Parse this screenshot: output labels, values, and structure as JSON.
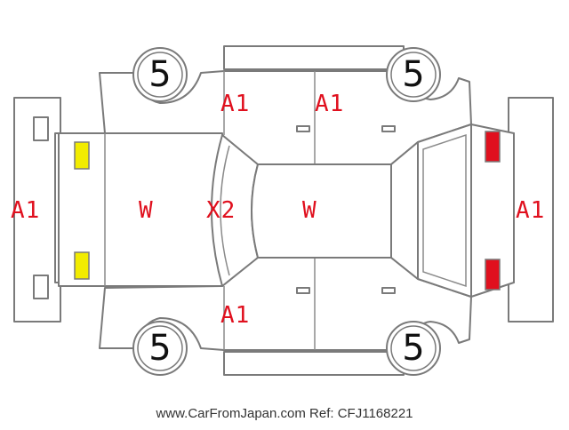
{
  "tires": {
    "front_left": "5",
    "front_right": "5",
    "rear_left": "5",
    "rear_right": "5"
  },
  "codes": {
    "front_bumper": "A1",
    "rear_bumper": "A1",
    "top_front_door": "A1",
    "top_rear_door": "A1",
    "bottom_front_door": "A1",
    "hood": "W",
    "windshield": "X2",
    "roof": "W"
  },
  "colors": {
    "code_text": "#e0101e",
    "front_lamp": "#f2ec00",
    "rear_lamp": "#e0101e",
    "outline": "#7a7a7a"
  },
  "footer": {
    "text": "www.CarFromJapan.com Ref: CFJ1168221"
  }
}
